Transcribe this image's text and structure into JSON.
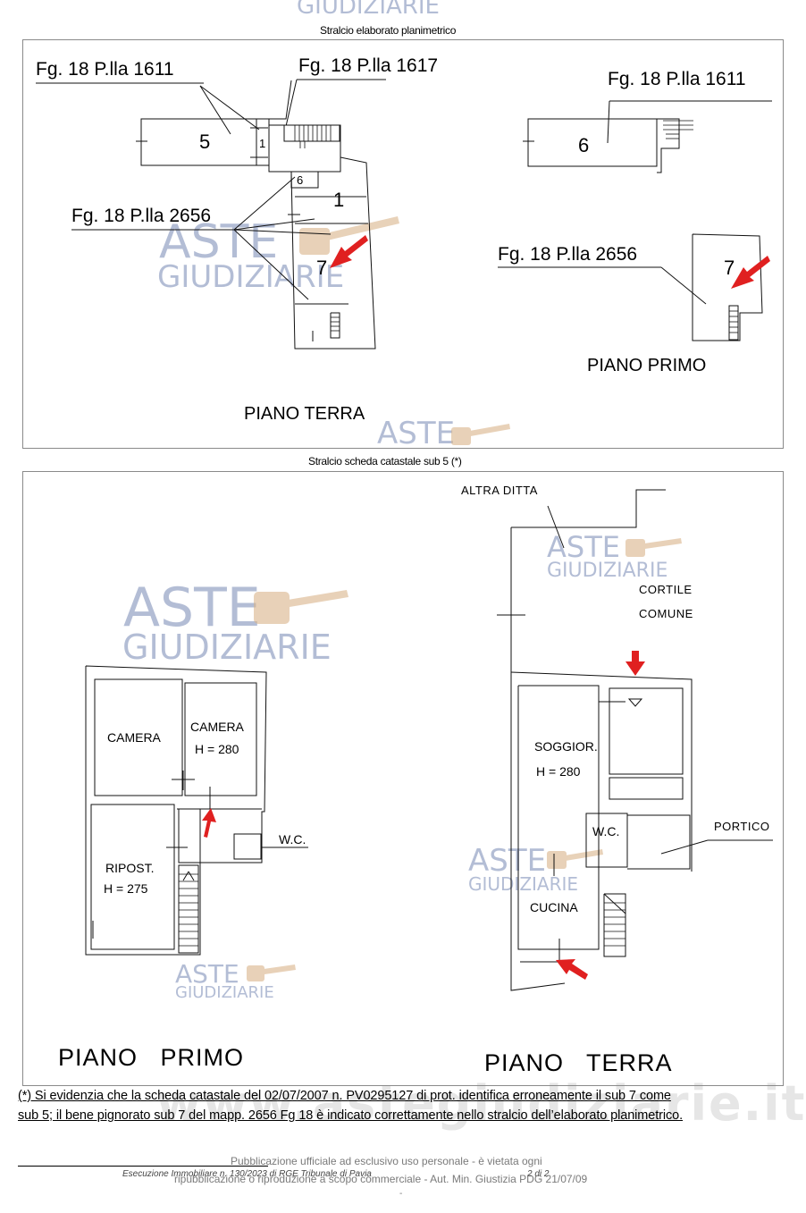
{
  "watermark": {
    "top": "GIUDIZIARIE",
    "brand": "ASTE",
    "sub": "GIUDIZIARIE",
    "site": "www.astegiudiziarie.it"
  },
  "top_section": {
    "caption": "Stralcio elaborato planimetrico",
    "parcel_labels": {
      "p1611_left": "Fg. 18 P.lla 1611",
      "p1617": "Fg. 18 P.lla 1617",
      "p1611_right": "Fg. 18 P.lla 1611",
      "p2656_left": "Fg. 18 P.lla 2656",
      "p2656_right": "Fg. 18 P.lla 2656"
    },
    "unit_numbers": {
      "u5": "5",
      "u1_small": "1",
      "u6_small": "6",
      "u1": "1",
      "u7_left": "7",
      "u6": "6",
      "u7_right": "7"
    },
    "floor_ground": "PIANO TERRA",
    "floor_first": "PIANO PRIMO"
  },
  "bottom_section": {
    "caption": "Stralcio scheda catastale sub 5 (*)",
    "first_floor": {
      "title": "PIANO   PRIMO",
      "rooms": {
        "camera1": "CAMERA",
        "camera2": "CAMERA",
        "camera2_h": "H = 280",
        "ripost": "RIPOST.",
        "ripost_h": "H = 275",
        "wc": "W.C."
      }
    },
    "ground_floor": {
      "title": "PIANO   TERRA",
      "rooms": {
        "altra_ditta": "ALTRA DITTA",
        "cortile": "CORTILE",
        "comune": "COMUNE",
        "soggior": "SOGGIOR.",
        "soggior_h": "H = 280",
        "wc": "W.C.",
        "portico": "PORTICO",
        "cucina": "CUCINA"
      }
    }
  },
  "note": {
    "line1": "(*) Si evidenzia che la scheda catastale del 02/07/2007 n. PV0295127 di prot. identifica erroneamente il sub 7 come",
    "line2": "sub 5; il bene pignorato sub 7 del mapp. 2656 Fg 18 è indicato correttamente nello stralcio dell’elaborato planimetrico."
  },
  "footer": {
    "line1": "Pubblicazione ufficiale ad esclusivo uso personale - è vietata ogni",
    "line2": "ripubblicazione o riproduzione a scopo commerciale - Aut. Min. Giustizia PDG 21/07/09",
    "doc_ref": "Esecuzione Immobiliare n. 130/2023 di RGE Tribunale di Pavia",
    "page": "2 di 2",
    "dash": "-"
  },
  "colors": {
    "arrow": "#e02020",
    "watermark": "#9aa7c8",
    "gavel": "#d9b48a"
  }
}
